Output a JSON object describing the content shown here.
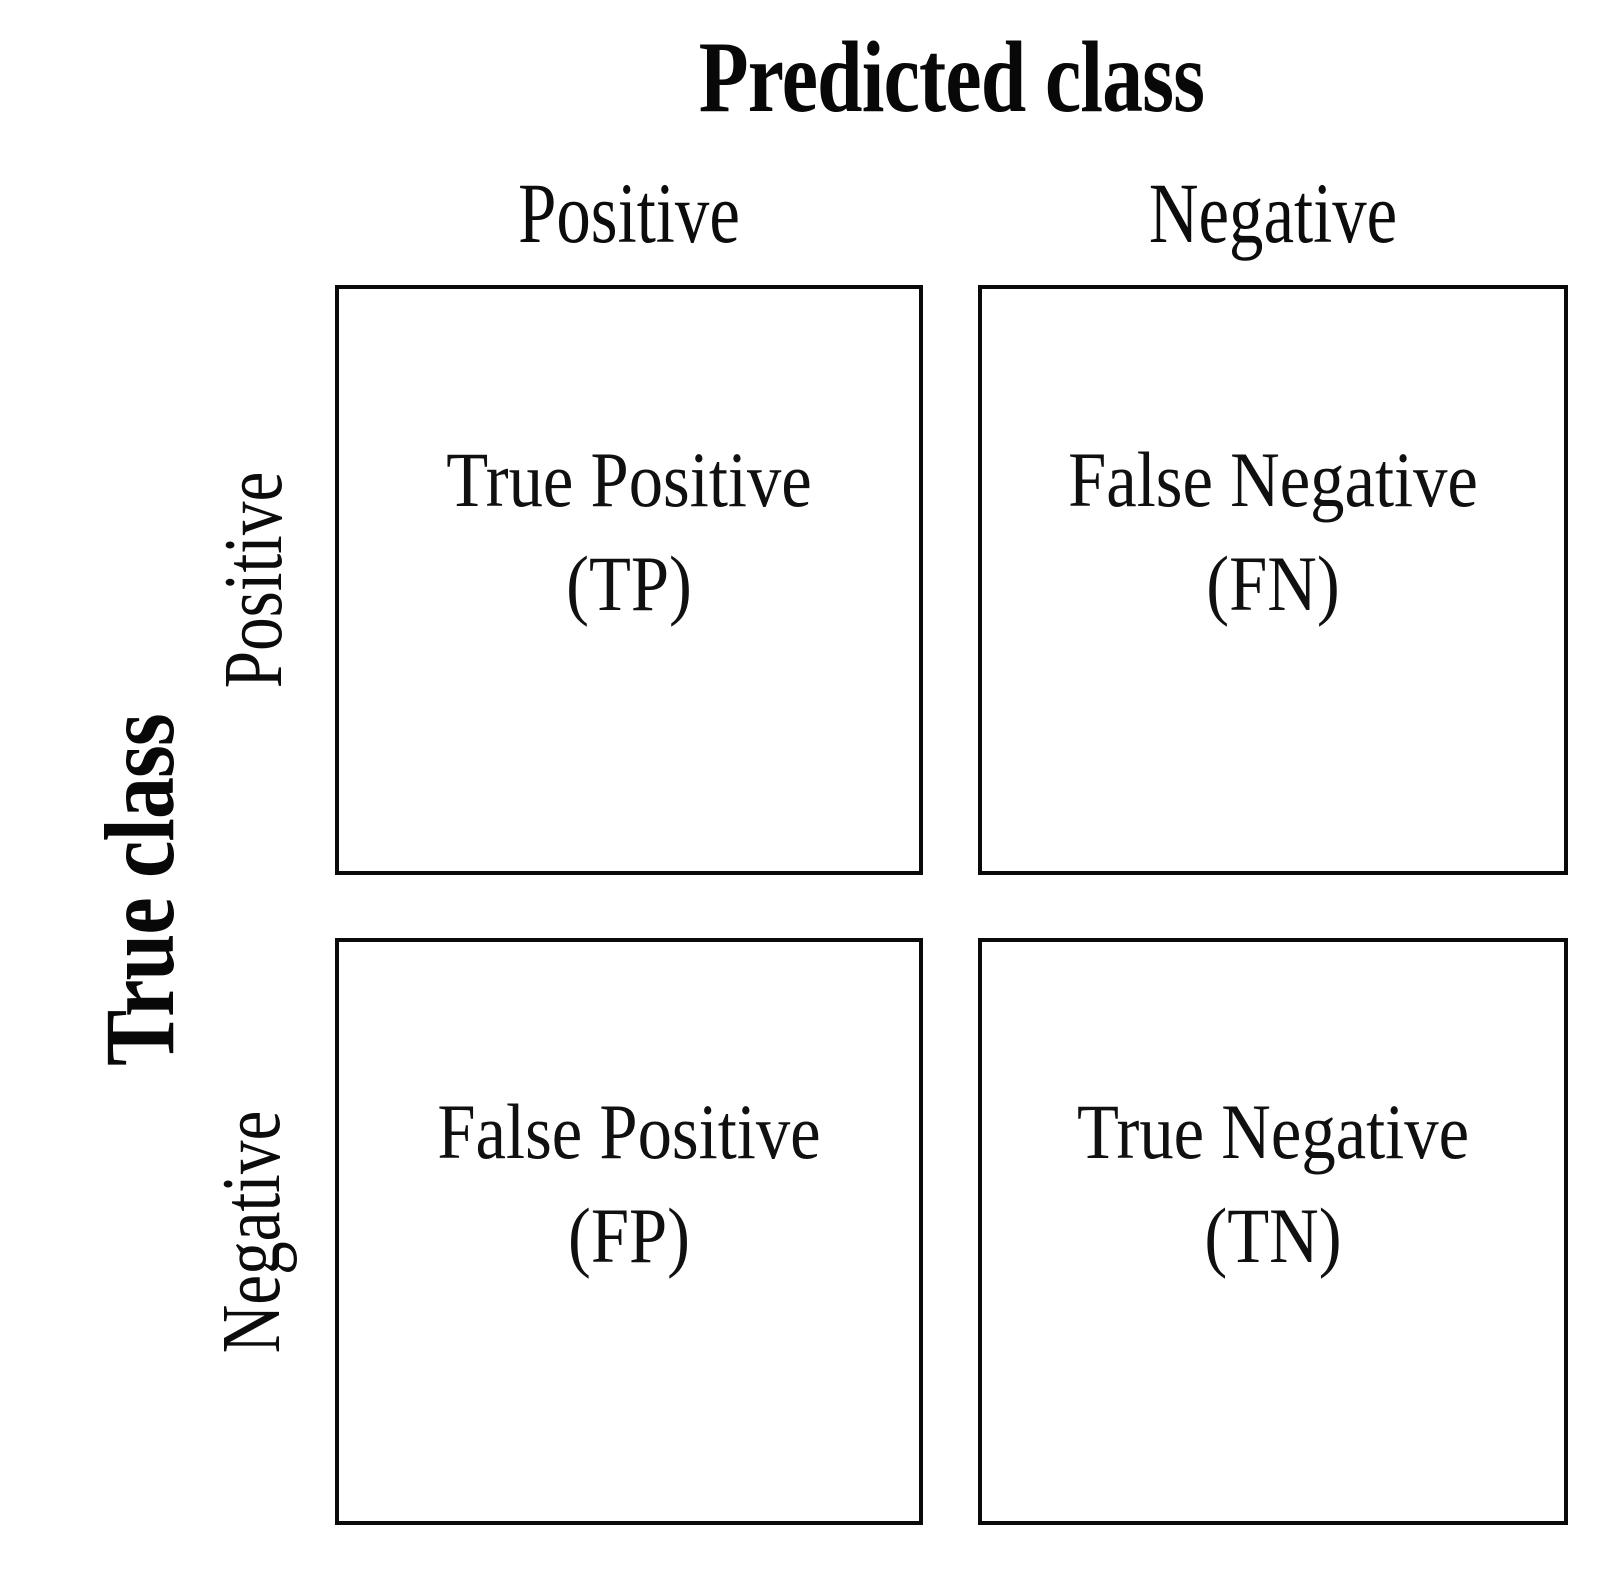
{
  "figure": {
    "kind": "confusion-matrix",
    "background_color": "#ffffff",
    "line_color": "#0a0a0a",
    "text_color": "#0a0a0a"
  },
  "axes": {
    "column_axis_title": "Predicted class",
    "row_axis_title": "True class",
    "column_headers": [
      "Positive",
      "Negative"
    ],
    "row_headers": [
      "Positive",
      "Negative"
    ]
  },
  "cells": {
    "tp": {
      "line1": "True Positive",
      "line2": "(TP)"
    },
    "fn": {
      "line1": "False Negative",
      "line2": "(FN)"
    },
    "fp": {
      "line1": "False Positive",
      "line2": "(FP)"
    },
    "tn": {
      "line1": "True Negative",
      "line2": "(TN)"
    }
  },
  "chart_data": {
    "type": "table",
    "title": "Predicted class",
    "xlabel": "Predicted class",
    "ylabel": "True class",
    "columns": [
      "Positive",
      "Negative"
    ],
    "rows": [
      "Positive",
      "Negative"
    ],
    "grid": true,
    "legend": "none",
    "cell_labels": [
      [
        "True Positive (TP)",
        "False Negative (FN)"
      ],
      [
        "False Positive (FP)",
        "True Negative (TN)"
      ]
    ],
    "values": [
      [
        "TP",
        "FN"
      ],
      [
        "FP",
        "TN"
      ]
    ]
  }
}
